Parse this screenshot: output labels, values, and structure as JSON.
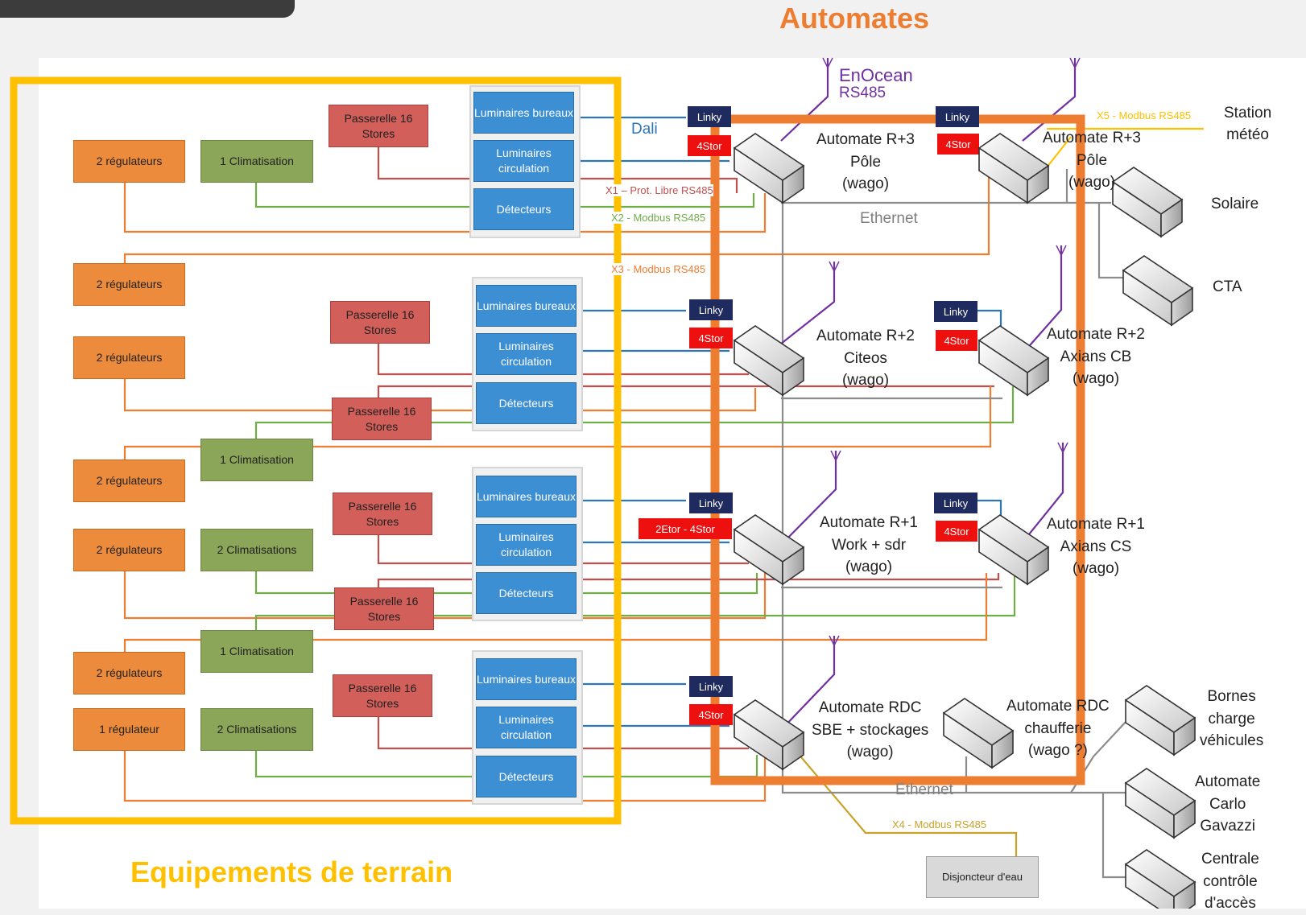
{
  "headings": {
    "automates": "Automates",
    "equipements": "Equipements de terrain"
  },
  "colors": {
    "orange_accent": "#ed7d31",
    "yellow_accent": "#ffc000",
    "blue_bus": "#2e75b6",
    "red_bus": "#c0504d",
    "green_bus": "#70ad47",
    "purple_enocean": "#7030a0",
    "grey_ethernet": "#8c8c8c"
  },
  "field": {
    "regulateurs_2": "2 régulateurs",
    "regulateur_1": "1 régulateur",
    "climatisation_1": "1 Climatisation",
    "climatisations_2": "2 Climatisations",
    "passerelle": "Passerelle 16 Stores",
    "luminaires_bureaux": "Luminaires bureaux",
    "luminaires_circulation": "Luminaires circulation",
    "detecteurs": "Détecteurs"
  },
  "bus_labels": {
    "dali": "Dali",
    "enocean": "EnOcean",
    "rs485": "RS485",
    "prot_libre": "X1 – Prot. Libre RS485",
    "modbus_x2": "X2 - Modbus RS485",
    "modbus_x3": "X3 - Modbus RS485",
    "modbus_x4": "X4 - Modbus RS485",
    "modbus_x5": "X5 - Modbus RS485",
    "ethernet": "Ethernet"
  },
  "tags": {
    "linky": "Linky",
    "fourstor": "4Stor",
    "etor": "2Etor - 4Stor"
  },
  "automates": {
    "r3_pole_a": "Automate R+3\nPôle\n(wago)",
    "r3_pole_b": "Automate R+3\nPôle\n(wago)",
    "r2_citeos": "Automate R+2\nCiteos\n(wago)",
    "r2_axians": "Automate R+2\nAxians CB\n(wago)",
    "r1_work": "Automate R+1\nWork + sdr\n(wago)",
    "r1_axians": "Automate R+1\nAxians CS\n(wago)",
    "rdc_sbe": "Automate RDC\nSBE + stockages\n(wago)",
    "rdc_chaufferie": "Automate RDC\nchaufferie\n(wago ?)"
  },
  "devices": {
    "station": "Station\nmétéo",
    "solaire": "Solaire",
    "cta": "CTA",
    "bornes": "Bornes\ncharge\nvéhicules",
    "carlo": "Automate\nCarlo\nGavazzi",
    "centrale": "Centrale\ncontrôle\nd'accès",
    "disjoncteur": "Disjoncteur d'eau"
  }
}
